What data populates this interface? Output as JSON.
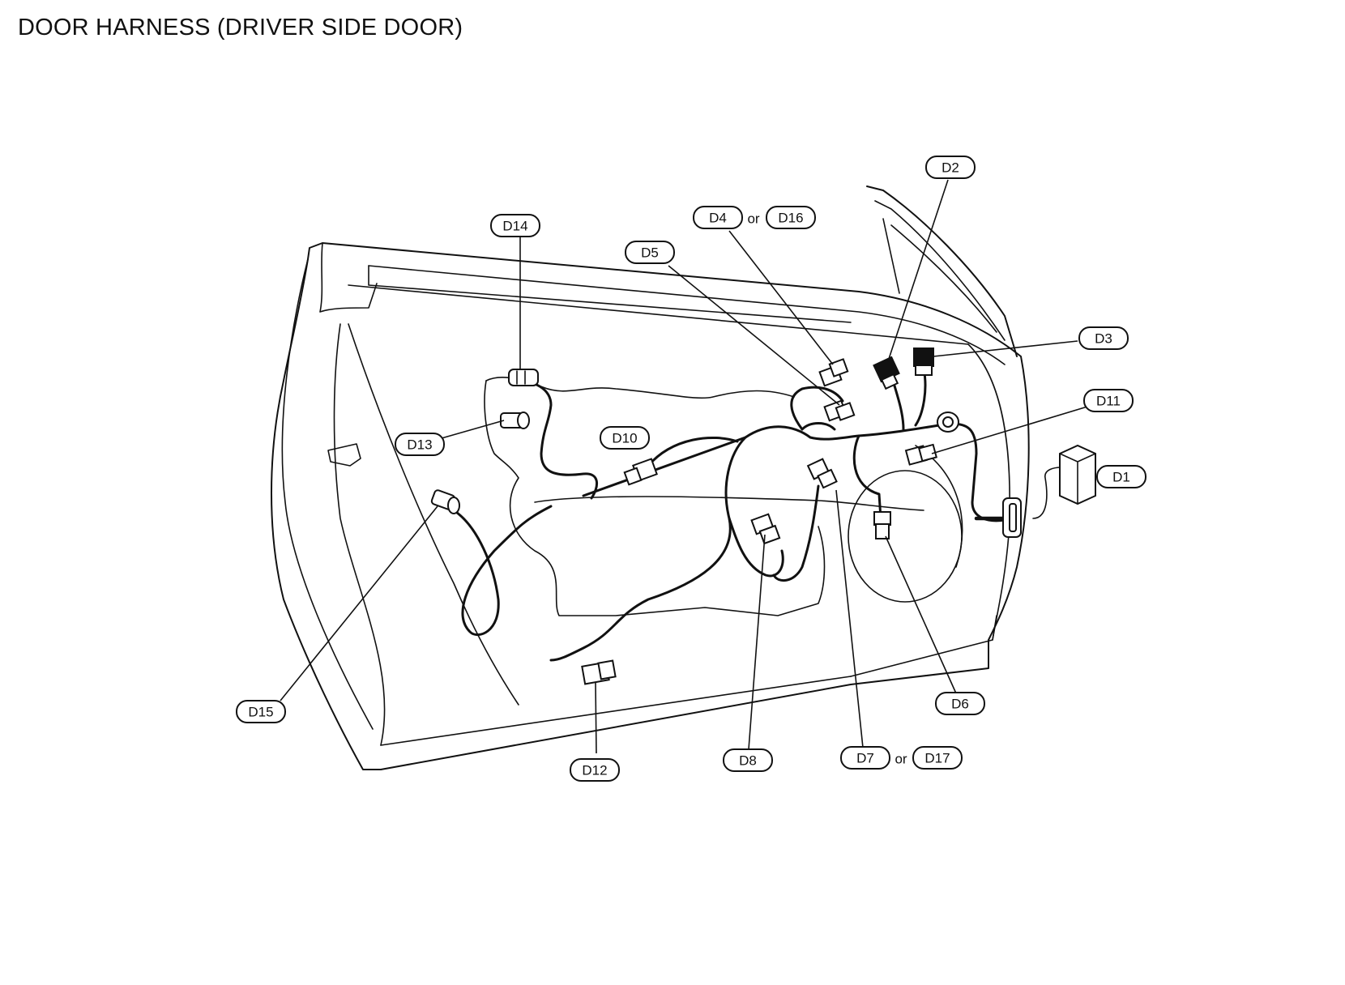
{
  "title": "DOOR HARNESS (DRIVER SIDE DOOR)",
  "or_word": "or",
  "labels": {
    "D1": "D1",
    "D2": "D2",
    "D3": "D3",
    "D4": "D4",
    "D5": "D5",
    "D6": "D6",
    "D7": "D7",
    "D8": "D8",
    "D10": "D10",
    "D11": "D11",
    "D12": "D12",
    "D13": "D13",
    "D14": "D14",
    "D15": "D15",
    "D16": "D16",
    "D17": "D17"
  }
}
